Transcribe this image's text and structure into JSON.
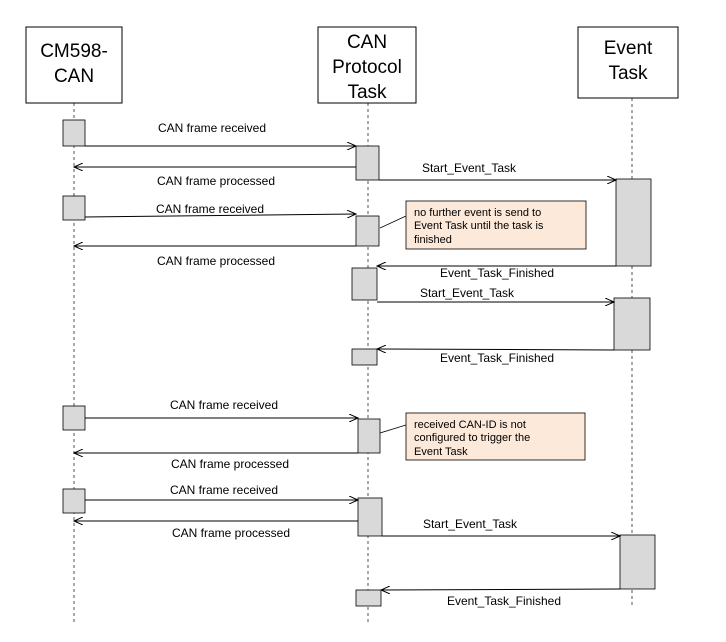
{
  "lifelines": [
    {
      "id": "cm598",
      "title_lines": [
        "CM598-",
        "CAN"
      ]
    },
    {
      "id": "can",
      "title_lines": [
        "CAN",
        "Protocol",
        "Task"
      ]
    },
    {
      "id": "event",
      "title_lines": [
        "Event",
        "Task"
      ]
    }
  ],
  "messages": [
    {
      "label": "CAN frame received",
      "from": "cm598",
      "to": "can"
    },
    {
      "label": "CAN frame processed",
      "from": "can",
      "to": "cm598"
    },
    {
      "label": "Start_Event_Task",
      "from": "can",
      "to": "event"
    },
    {
      "label": "CAN frame received",
      "from": "cm598",
      "to": "can"
    },
    {
      "label": "CAN frame processed",
      "from": "can",
      "to": "cm598"
    },
    {
      "label": "Event_Task_Finished",
      "from": "event",
      "to": "can"
    },
    {
      "label": "Start_Event_Task",
      "from": "can",
      "to": "event"
    },
    {
      "label": "Event_Task_Finished",
      "from": "event",
      "to": "can"
    },
    {
      "label": "CAN frame received",
      "from": "cm598",
      "to": "can"
    },
    {
      "label": "CAN frame processed",
      "from": "can",
      "to": "cm598"
    },
    {
      "label": "CAN frame received",
      "from": "cm598",
      "to": "can"
    },
    {
      "label": "CAN frame processed",
      "from": "can",
      "to": "cm598"
    },
    {
      "label": "Start_Event_Task",
      "from": "can",
      "to": "event"
    },
    {
      "label": "Event_Task_Finished",
      "from": "event",
      "to": "can"
    }
  ],
  "notes": [
    {
      "lines": [
        "no further event is send to",
        "Event Task until the task is",
        "finished"
      ]
    },
    {
      "lines": [
        "received CAN-ID is not",
        "configured to trigger the",
        "Event Task"
      ]
    }
  ],
  "colors": {
    "note_fill": "#fde9d9",
    "activation_fill": "#d9d9d9"
  }
}
